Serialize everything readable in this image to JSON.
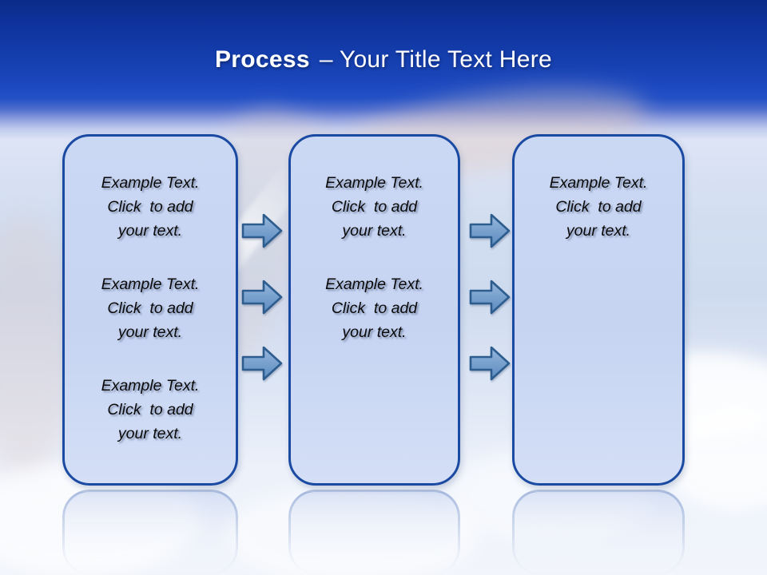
{
  "title": {
    "keyword": "Process",
    "rest": "– Your Title Text Here"
  },
  "boxes": [
    {
      "label": "step-1",
      "paragraphs": [
        {
          "lines": [
            "Example Text.",
            "Click  to add",
            "your text."
          ]
        },
        {
          "lines": [
            "Example Text.",
            "Click  to add",
            "your text."
          ]
        },
        {
          "lines": [
            "Example Text.",
            "Click  to add",
            "your text."
          ]
        }
      ]
    },
    {
      "label": "step-2",
      "paragraphs": [
        {
          "lines": [
            "Example Text.",
            "Click  to add",
            "your text."
          ]
        },
        {
          "lines": [
            "Example Text.",
            "Click  to add",
            "your text."
          ]
        }
      ]
    },
    {
      "label": "step-3",
      "paragraphs": [
        {
          "lines": [
            "Example Text.",
            "Click  to add",
            "your text."
          ]
        }
      ]
    }
  ],
  "arrows": {
    "direction": "right",
    "count_between_step1_step2": 3,
    "count_between_step2_step3": 3
  },
  "colors": {
    "header_gradient_top": "#0a2b8a",
    "header_gradient_bottom": "#2250c5",
    "panel_fill": "#c9d6f3",
    "panel_border": "#1b4aa2",
    "arrow_fill_top": "#96b7dc",
    "arrow_fill_bottom": "#5b8abf",
    "arrow_border": "#2d5d8e",
    "title_color": "#ffffff",
    "body_text_color": "#0a0a0a"
  }
}
